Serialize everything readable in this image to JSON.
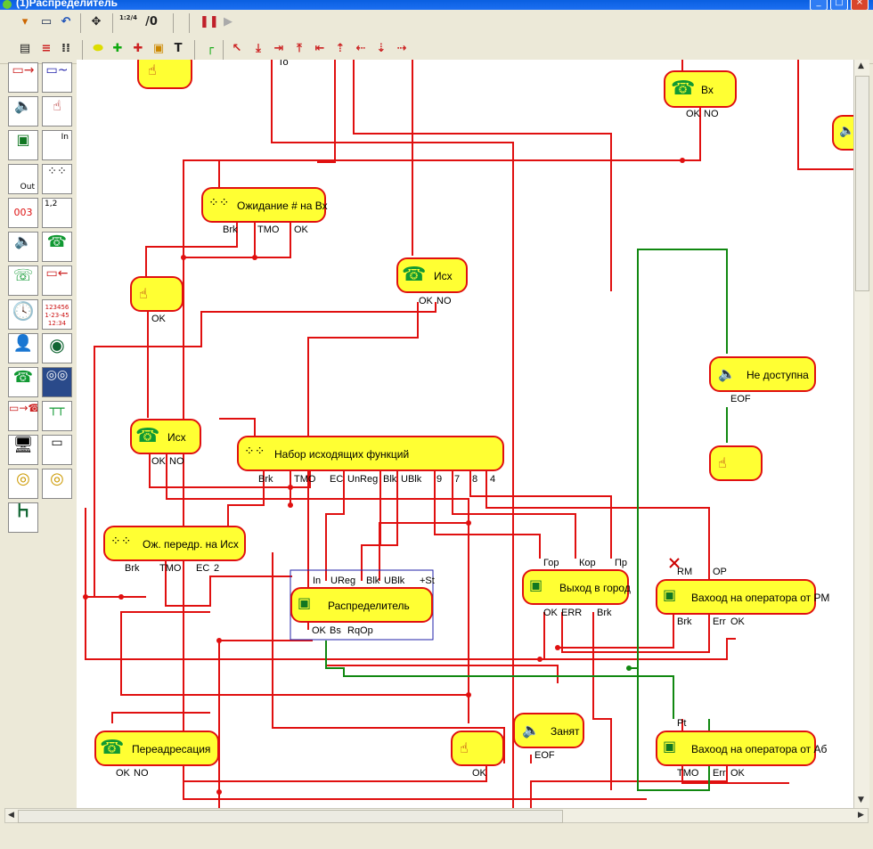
{
  "window": {
    "title": "(1)Распределитель"
  },
  "toolbar1": {
    "ratio_label": "1:2/4",
    "zero_label": "/0"
  },
  "toolbar2": {
    "text_tool": "T"
  },
  "palette": {
    "counter_label": "003",
    "number_label": "1,2",
    "time_lines": [
      "123456",
      "1-23-45",
      "12:34"
    ],
    "in_label": "In",
    "out_label": "Out"
  },
  "canvas": {
    "top_fragment": "To",
    "nodes": {
      "vx": {
        "title": "Вх",
        "ports": [
          "OK",
          "NO"
        ]
      },
      "wait_hash": {
        "title": "Ожидание # на Вх",
        "ports": [
          "Brk",
          "TMO",
          "OK"
        ]
      },
      "user1": {
        "ports": [
          "OK"
        ]
      },
      "isx1": {
        "title": "Исх",
        "ports": [
          "OK",
          "NO"
        ]
      },
      "not_avail": {
        "title": "Не доступна",
        "ports": [
          "EOF"
        ]
      },
      "isx2": {
        "title": "Исх",
        "ports": [
          "OK",
          "NO"
        ]
      },
      "out_funcs": {
        "title": "Набор исходящих функций",
        "ports": [
          "Brk",
          "TMO",
          "EC",
          "UnReg",
          "Blk",
          "UBlk",
          "9",
          "7",
          "8",
          "4"
        ]
      },
      "wait_forward": {
        "title": "Ож. передр. на Исх",
        "ports": [
          "Brk",
          "TMO",
          "EC",
          "2"
        ]
      },
      "distributor": {
        "title": "Распределитель",
        "inputs": [
          "In",
          "UReg",
          "Blk",
          "UBlk",
          "+St"
        ],
        "ports": [
          "OK",
          "Bs",
          "RqOp"
        ]
      },
      "city": {
        "title": "Выход в город",
        "inputs": [
          "Гор",
          "Кор",
          "Пр"
        ],
        "ports": [
          "OK",
          "ERR",
          "Brk"
        ]
      },
      "op_rm": {
        "title": "Вахоод на оператора от РМ",
        "inputs": [
          "RM",
          "OP"
        ],
        "ports": [
          "Brk",
          "Err",
          "OK"
        ]
      },
      "busy": {
        "title": "Занят",
        "ports": [
          "EOF"
        ]
      },
      "forward": {
        "title": "Переадресация",
        "ports": [
          "OK",
          "NO"
        ]
      },
      "user_bottom": {
        "ports": [
          "OK"
        ]
      },
      "op_ab": {
        "title": "Вахоод на оператора от Аб",
        "inputs": [
          "Pt"
        ],
        "ports": [
          "TMO",
          "Err",
          "OK"
        ]
      }
    }
  },
  "colors": {
    "node_fill": "#ffff33",
    "node_border": "#e01010",
    "wire_red": "#e01010",
    "wire_green": "#118811",
    "selection": "#2222aa"
  }
}
